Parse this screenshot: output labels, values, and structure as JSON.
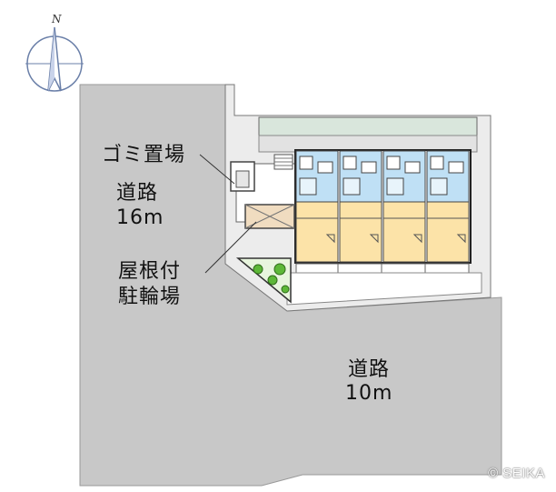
{
  "compass": {
    "north_label": "N",
    "icon": "compass-icon"
  },
  "road_west": {
    "name": "道路",
    "width": "16m"
  },
  "road_south": {
    "name": "道路",
    "width": "10m"
  },
  "labels": {
    "trash": "ゴミ置場",
    "bike_line1": "屋根付",
    "bike_line2": "駐輪場"
  },
  "copyright": "© SEIKA",
  "colors": {
    "road": "#c8c8c8",
    "room_floor": "#fce3a8",
    "wet_area": "#bfe0f5",
    "green": "#5db838",
    "corridor": "#e2e2e2"
  }
}
